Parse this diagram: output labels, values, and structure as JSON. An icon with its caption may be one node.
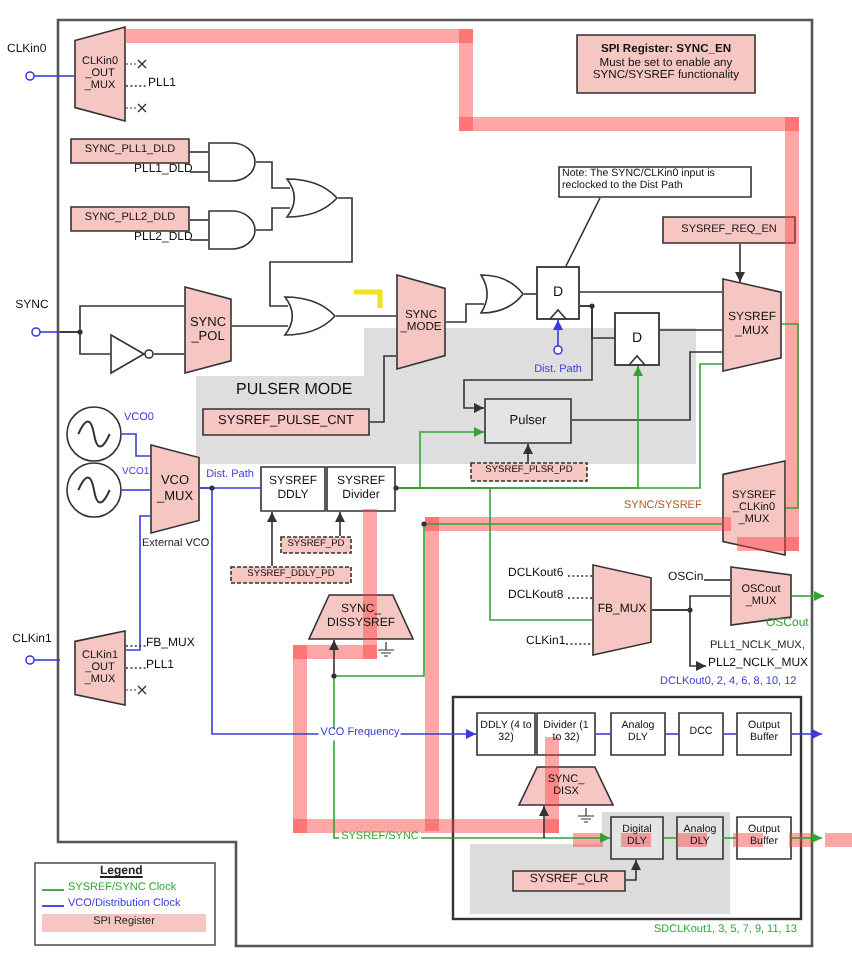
{
  "diagram": {
    "nodes": [
      {
        "text": [
          "CLKin0"
        ]
      },
      {
        "text": [
          "CLKin0 _OUT _MUX"
        ]
      },
      {
        "text": [
          "SPI Register: SYNC_EN",
          "Must be set to enable any SYNC/SYSREF functionality"
        ]
      },
      {
        "text": [
          "SYNC_PLL1_DLD"
        ]
      },
      {
        "text": [
          "SYNC_PLL2_DLD"
        ]
      },
      {
        "text": [],
        "shape": "gate"
      },
      {
        "text": [],
        "shape": "gate"
      },
      {
        "text": [],
        "shape": "gate"
      },
      {
        "text": [
          "SYNC"
        ]
      },
      {
        "text": [],
        "shape": "triangle"
      },
      {
        "text": [
          "SYNC _POL"
        ]
      },
      {
        "text": [],
        "shape": "gate"
      },
      {
        "text": [
          "SYNC _MODE"
        ]
      },
      {
        "text": [],
        "shape": "gate"
      },
      {
        "text": [
          "Note: The SYNC/CLKin0 input is reclocked to the Dist Path"
        ]
      },
      {
        "text": [
          "D"
        ]
      },
      {
        "text": [
          "SYSREF_REQ_EN"
        ]
      },
      {
        "text": [
          "D"
        ]
      },
      {
        "text": [
          "SYSREF _MUX"
        ]
      },
      {
        "text": [
          "PULSER MODE"
        ]
      },
      {
        "text": [
          "SYSREF_PULSE_CNT"
        ],
        "in": 19
      },
      {
        "text": [
          "Pulser"
        ],
        "in": 19
      },
      {
        "text": [
          "SYSREF_PLSR_PD"
        ]
      },
      {
        "text": [
          "Dist. Path"
        ],
        "in": 19
      },
      {
        "text": [],
        "shape": "circle",
        "beside": [
          "VCO0"
        ]
      },
      {
        "text": [],
        "shape": "circle",
        "beside": [
          "VCO1"
        ]
      },
      {
        "text": [
          "VCO _MUX"
        ],
        "beside": [
          "External VCO"
        ]
      },
      {
        "text": [
          "SYSREF DDLY"
        ]
      },
      {
        "text": [
          "SYSREF Divider"
        ]
      },
      {
        "text": [
          "SYSREF_PD"
        ]
      },
      {
        "text": [
          "SYSREF_DDLY_PD"
        ]
      },
      {
        "text": [
          "SYSREF _CLKin0 _MUX"
        ]
      },
      {
        "text": [
          "SYNC_ DISSYSREF"
        ]
      },
      {
        "text": [
          "FB_MUX"
        ]
      },
      {
        "text": [
          "OSCout _MUX"
        ]
      },
      {
        "text": [
          "CLKin1"
        ]
      },
      {
        "text": [
          "CLKin1 _OUT _MUX"
        ]
      },
      {
        "text": [],
        "shape": "box"
      },
      {
        "text": [
          "DDLY (4 to 32)"
        ],
        "in": 37
      },
      {
        "text": [
          "Divider (1 to 32)"
        ],
        "in": 37
      },
      {
        "text": [
          "Analog DLY"
        ],
        "in": 37
      },
      {
        "text": [
          "DCC"
        ],
        "in": 37
      },
      {
        "text": [
          "Output Buffer"
        ],
        "in": 37
      },
      {
        "text": [
          "SYNC_ DISX"
        ],
        "in": 37
      },
      {
        "text": [
          "Digital DLY"
        ],
        "in": 37
      },
      {
        "text": [
          "Analog DLY"
        ],
        "in": 37
      },
      {
        "text": [
          "Output Buffer"
        ],
        "in": 37
      },
      {
        "text": [
          "SYSREF_CLR"
        ],
        "in": 37
      },
      {
        "text": [
          "PLL1"
        ]
      },
      {
        "text": [
          "PLL1_DLD"
        ]
      },
      {
        "text": [
          "PLL2_DLD"
        ]
      },
      {
        "text": [
          "DCLKout6"
        ]
      },
      {
        "text": [
          "DCLKout8"
        ]
      },
      {
        "text": [
          "CLKin1"
        ]
      },
      {
        "text": [
          "OSCin"
        ]
      },
      {
        "text": [
          "OSCout"
        ]
      },
      {
        "text": [
          "PLL2_NCLK_MUX"
        ]
      },
      {
        "text": [
          "FB_MUX"
        ]
      },
      {
        "text": [
          "PLL1"
        ]
      }
    ],
    "edges": [
      {
        "from": 0,
        "to": 1,
        "arrow": "none",
        "color": "#3b3bdc"
      },
      {
        "from": 3,
        "to": 5,
        "arrow": "none"
      },
      {
        "from": 5,
        "to": 7,
        "arrow": "none"
      },
      {
        "from": 4,
        "to": 6,
        "arrow": "none"
      },
      {
        "from": 6,
        "to": 7,
        "arrow": "none"
      },
      {
        "from": 7,
        "to": 11,
        "arrow": "none"
      },
      {
        "from": 8,
        "to": 10,
        "arrow": "none"
      },
      {
        "from": 8,
        "to": 9,
        "arrow": "none"
      },
      {
        "from": 9,
        "to": 10,
        "arrow": "none"
      },
      {
        "from": 10,
        "to": 11,
        "arrow": "none"
      },
      {
        "from": 11,
        "to": 12,
        "arrow": "none"
      },
      {
        "from": 12,
        "to": 13,
        "arrow": "none"
      },
      {
        "from": 13,
        "to": 15,
        "arrow": "none"
      },
      {
        "from": 15,
        "to": 18,
        "arrow": "none"
      },
      {
        "from": 15,
        "to": 17,
        "arrow": "none"
      },
      {
        "from": 15,
        "to": 21,
        "arrow": "to"
      },
      {
        "from": 17,
        "to": 18,
        "arrow": "none"
      },
      {
        "from": 16,
        "to": 18,
        "arrow": "to"
      },
      {
        "from": 14,
        "to": 15,
        "arrow": "none"
      },
      {
        "from": 20,
        "to": 12,
        "arrow": "none"
      },
      {
        "from": 21,
        "to": 18,
        "arrow": "none"
      },
      {
        "from": 22,
        "to": 21,
        "arrow": "to"
      },
      {
        "from": 23,
        "to": 15,
        "arrow": "to",
        "color": "#3b3bdc"
      },
      {
        "from": 24,
        "to": 26,
        "arrow": "none",
        "color": "#3b3bdc"
      },
      {
        "from": 25,
        "to": 26,
        "arrow": "none",
        "color": "#3b3bdc"
      },
      {
        "from": 36,
        "to": 26,
        "arrow": "none",
        "color": "#3b3bdc"
      },
      {
        "from": 26,
        "to": 27,
        "arrow": "none",
        "label": "Dist. Path",
        "color": "#3b3bdc"
      },
      {
        "from": 29,
        "to": 28,
        "arrow": "to"
      },
      {
        "from": 30,
        "to": 27,
        "arrow": "to"
      },
      {
        "from": 28,
        "to": 21,
        "arrow": "to",
        "color": "#33a333"
      },
      {
        "from": 28,
        "to": 17,
        "arrow": "to",
        "color": "#33a333"
      },
      {
        "from": 28,
        "to": 18,
        "arrow": "none",
        "color": "#33a333"
      },
      {
        "from": 18,
        "to": 31,
        "arrow": "none",
        "color": "#33a333"
      },
      {
        "from": 28,
        "to": 33,
        "arrow": "none",
        "color": "#33a333"
      },
      {
        "from": 33,
        "to": 34,
        "arrow": "none"
      },
      {
        "from": 34,
        "to": 55,
        "arrow": "to",
        "color": "#33a333"
      },
      {
        "from": 26,
        "to": 38,
        "arrow": "to",
        "label": "VCO Frequency",
        "color": "#3b3bdc"
      },
      {
        "from": 39,
        "to": 40,
        "arrow": "none",
        "color": "#3b3bdc"
      },
      {
        "from": 40,
        "to": 41,
        "arrow": "none",
        "color": "#3b3bdc"
      },
      {
        "from": 41,
        "to": 42,
        "arrow": "none",
        "color": "#3b3bdc"
      },
      {
        "from": 42,
        "to": null,
        "arrow": "to",
        "color": "#3b3bdc"
      },
      {
        "from": 31,
        "to": 44,
        "arrow": "to",
        "label": "SYSREF/SYNC",
        "color": "#33a333"
      },
      {
        "from": 44,
        "to": 45,
        "arrow": "none",
        "color": "#33a333"
      },
      {
        "from": 45,
        "to": 46,
        "arrow": "none",
        "color": "#33a333"
      },
      {
        "from": 46,
        "to": null,
        "arrow": "to",
        "color": "#33a333"
      },
      {
        "from": 47,
        "to": 44,
        "arrow": "to"
      },
      {
        "from": null,
        "to": 43,
        "arrow": "to"
      },
      {
        "from": null,
        "to": 32,
        "arrow": "to"
      },
      {
        "from": 33,
        "to": 56,
        "arrow": "to"
      },
      {
        "from": 1,
        "to": 48,
        "arrow": "none",
        "style": "dashed"
      },
      {
        "from": 49,
        "to": 5,
        "arrow": "none"
      },
      {
        "from": 50,
        "to": 6,
        "arrow": "none"
      },
      {
        "from": 51,
        "to": 33,
        "arrow": "none",
        "style": "dashed"
      },
      {
        "from": 52,
        "to": 33,
        "arrow": "none",
        "style": "dashed"
      },
      {
        "from": 53,
        "to": 33,
        "arrow": "none",
        "style": "dashed"
      },
      {
        "from": 54,
        "to": 34,
        "arrow": "none"
      },
      {
        "from": 36,
        "to": 57,
        "arrow": "none",
        "style": "dashed"
      },
      {
        "from": 36,
        "to": 58,
        "arrow": "none",
        "style": "dashed"
      }
    ],
    "labels": [
      "SYNC/SYSREF",
      "PLL1_NCLK_MUX,",
      "DCLKout0, 2, 4, 6, 8, 10, 12",
      "Legend",
      "SDCLKout1, 3, 5, 7, 9, 11, 13"
    ],
    "legend": [
      {
        "text": "SYSREF/SYNC Clock"
      },
      {
        "text": "VCO/Distribution Clock"
      },
      {
        "text": "SPI Register",
        "color": "#f6c6c3"
      }
    ]
  }
}
